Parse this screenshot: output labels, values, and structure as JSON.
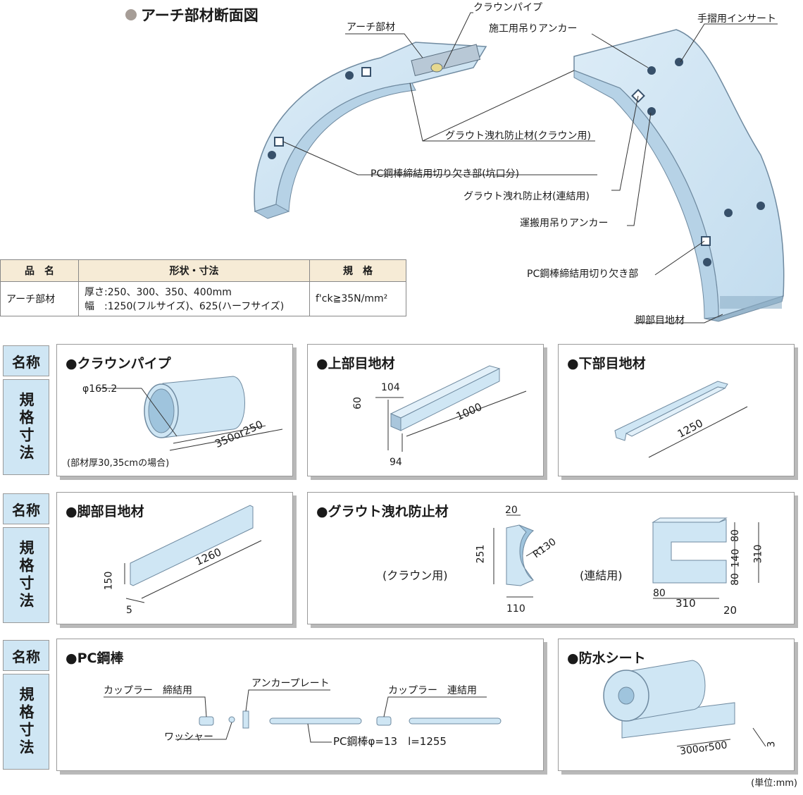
{
  "title": "アーチ部材断面図",
  "callouts": {
    "arch_member": "アーチ部材",
    "crown_pipe": "クラウンパイプ",
    "construction_anchor": "施工用吊りアンカー",
    "handrail_insert": "手摺用インサート",
    "grout_crown": "グラウト洩れ防止材(クラウン用)",
    "pc_notch_portal": "PC鋼棒締結用切り欠き部(坑口分)",
    "grout_joint": "グラウト洩れ防止材(連結用)",
    "transport_anchor": "運搬用吊りアンカー",
    "pc_notch": "PC鋼棒締結用切り欠き部",
    "foot_joint": "脚部目地材"
  },
  "spec_table": {
    "headers": [
      "品　名",
      "形状・寸法",
      "規　格"
    ],
    "name": "アーチ部材",
    "dims_line1": "厚さ:250、300、350、400mm",
    "dims_line2": "幅　:1250(フルサイズ)、625(ハーフサイズ)",
    "standard": "f'ck≧35N/mm²"
  },
  "side_labels": {
    "name": "名称",
    "spec": "規格寸法"
  },
  "panels": {
    "crown_pipe": {
      "title": "●クラウンパイプ",
      "diameter": "φ165.2",
      "length": "350or250",
      "note": "(部材厚30,35cmの場合)"
    },
    "top_joint": {
      "title": "●上部目地材",
      "w": "104",
      "h": "60",
      "d": "94",
      "len": "1000"
    },
    "bottom_joint": {
      "title": "●下部目地材",
      "len": "1250"
    },
    "foot_joint": {
      "title": "●脚部目地材",
      "len": "1260",
      "h": "150",
      "t": "5"
    },
    "grout": {
      "title": "●グラウト洩れ防止材",
      "crown_label": "(クラウン用)",
      "joint_label": "(連結用)",
      "c_top": "20",
      "c_h": "251",
      "c_r": "R130",
      "c_w": "110",
      "j_80a": "80",
      "j_140": "140",
      "j_80b": "80",
      "j_310h": "310",
      "j_80w": "80",
      "j_310w": "310",
      "j_20": "20"
    },
    "pc_bar": {
      "title": "●PC鋼棒",
      "coupler_fasten": "カップラー　締結用",
      "anchor_plate": "アンカープレート",
      "coupler_connect": "カップラー　連結用",
      "washer": "ワッシャー",
      "bar": "PC鋼棒φ=13　l=1255"
    },
    "waterproof": {
      "title": "●防水シート",
      "width": "300or500",
      "t": "3"
    }
  },
  "unit": "(単位:mm)",
  "colors": {
    "member": "#cfe6f4",
    "member_edge": "#6f8aa0",
    "header_bg": "#f6ebd6",
    "side_bg": "#cfe6f4"
  }
}
